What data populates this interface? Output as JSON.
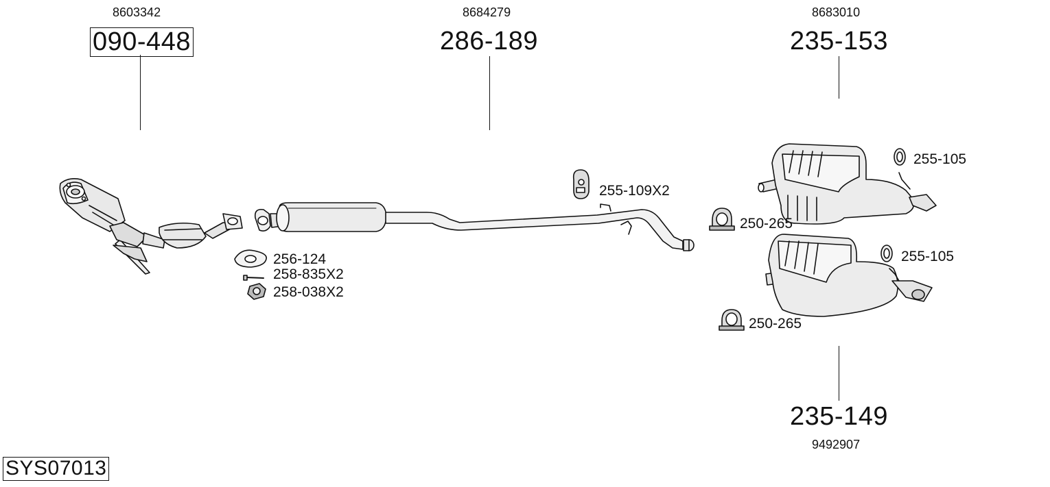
{
  "system_code": "SYS07013",
  "main_parts": [
    {
      "part_no": "090-448",
      "oem": "8603342",
      "boxed": true
    },
    {
      "part_no": "286-189",
      "oem": "8684279",
      "boxed": false
    },
    {
      "part_no": "235-153",
      "oem": "8683010",
      "boxed": false
    },
    {
      "part_no": "235-149",
      "oem": "9492907",
      "boxed": false
    }
  ],
  "accessories": {
    "gasket": "256-124",
    "bolt": "258-835X2",
    "nut": "258-038X2",
    "hanger": "255-109X2",
    "rubber_ring_upper": "255-105",
    "rubber_ring_lower": "255-105",
    "clamp_upper": "250-265",
    "clamp_lower": "250-265"
  }
}
